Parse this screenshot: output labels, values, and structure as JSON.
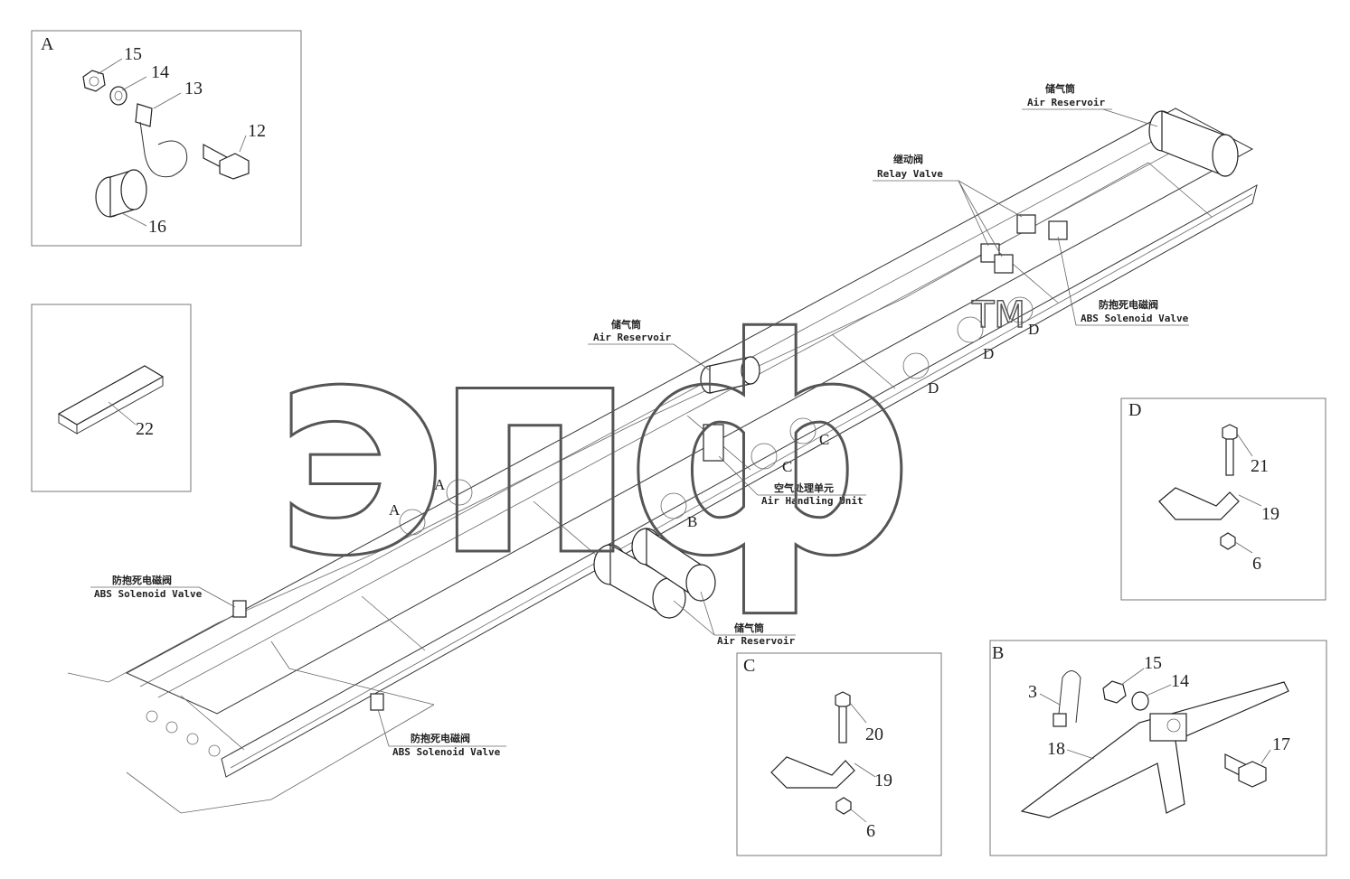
{
  "watermark": {
    "text": "эпф",
    "tm": "TM"
  },
  "detail_boxes": {
    "A": {
      "letter": "A",
      "items": [
        "15",
        "14",
        "13",
        "12",
        "16"
      ]
    },
    "tube": {
      "items": [
        "22"
      ]
    },
    "D": {
      "letter": "D",
      "items": [
        "21",
        "19",
        "6"
      ]
    },
    "C": {
      "letter": "C",
      "items": [
        "20",
        "19",
        "6"
      ]
    },
    "B": {
      "letter": "B",
      "items": [
        "3",
        "15",
        "14",
        "18",
        "17"
      ]
    }
  },
  "labels": {
    "air_reservoir_top": {
      "zh": "储气筒",
      "en": "Air Reservoir"
    },
    "relay_valve": {
      "zh": "继动阀",
      "en": "Relay Valve"
    },
    "abs_right": {
      "zh": "防抱死电磁阀",
      "en": "ABS Solenoid Valve"
    },
    "air_reservoir_mid": {
      "zh": "储气筒",
      "en": "Air Reservoir"
    },
    "air_handling": {
      "zh": "空气处理单元",
      "en": "Air Handling Unit"
    },
    "abs_left": {
      "zh": "防抱死电磁阀",
      "en": "ABS Solenoid Valve"
    },
    "abs_bottom": {
      "zh": "防抱死电磁阀",
      "en": "ABS Solenoid Valve"
    },
    "air_reservoir_low": {
      "zh": "储气筒",
      "en": "Air Reservoir"
    }
  },
  "callouts": [
    "A",
    "A",
    "B",
    "C",
    "C",
    "D",
    "D",
    "D"
  ]
}
